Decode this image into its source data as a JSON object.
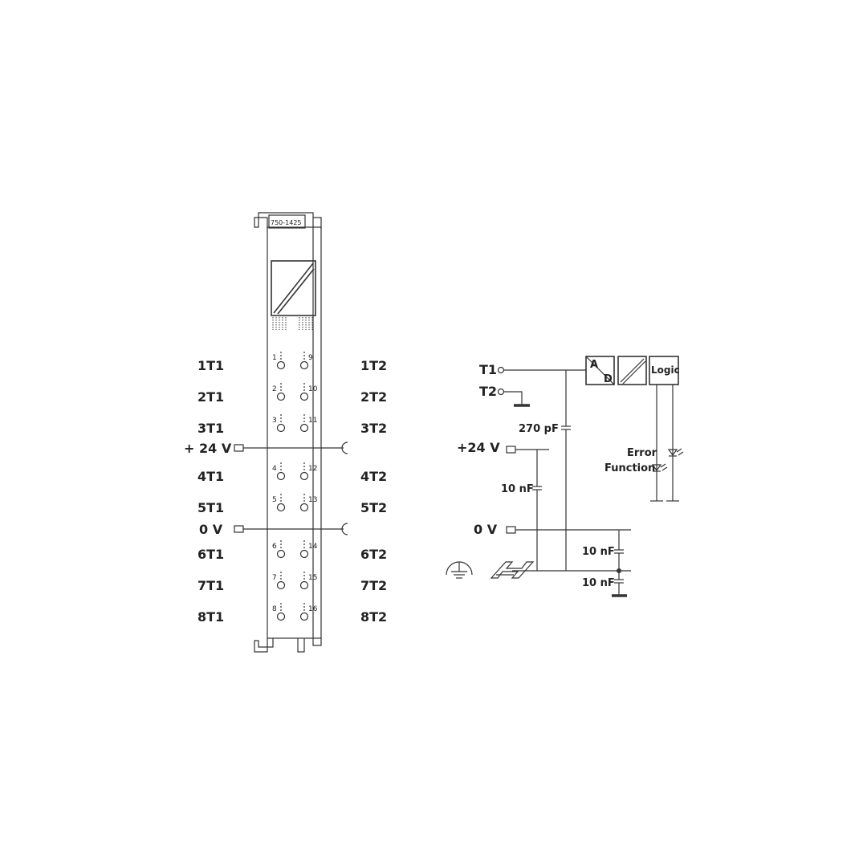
{
  "module": {
    "part_number": "750-1425",
    "terminals_left": [
      {
        "label": "1T1",
        "number": "1"
      },
      {
        "label": "2T1",
        "number": "2"
      },
      {
        "label": "3T1",
        "number": "3"
      },
      {
        "label": "4T1",
        "number": "4"
      },
      {
        "label": "5T1",
        "number": "5"
      },
      {
        "label": "6T1",
        "number": "6"
      },
      {
        "label": "7T1",
        "number": "7"
      },
      {
        "label": "8T1",
        "number": "8"
      }
    ],
    "terminals_right": [
      {
        "label": "1T2",
        "number": "9"
      },
      {
        "label": "2T2",
        "number": "10"
      },
      {
        "label": "3T2",
        "number": "11"
      },
      {
        "label": "4T2",
        "number": "12"
      },
      {
        "label": "5T2",
        "number": "13"
      },
      {
        "label": "6T2",
        "number": "14"
      },
      {
        "label": "7T2",
        "number": "15"
      },
      {
        "label": "8T2",
        "number": "16"
      }
    ],
    "supply_24v_label": "+ 24 V",
    "supply_0v_label": "0 V"
  },
  "schematic": {
    "t1_label": "T1",
    "t2_label": "T2",
    "ad_top": "A",
    "ad_bottom": "D",
    "logic_label": "Logic",
    "cap_270_label": "270 pF",
    "v24_label": "+24 V",
    "cap_10_a_label": "10 nF",
    "v0_label": "0 V",
    "cap_10_b_label": "10 nF",
    "cap_10_c_label": "10 nF",
    "error_label": "Error",
    "function_label": "Function"
  }
}
